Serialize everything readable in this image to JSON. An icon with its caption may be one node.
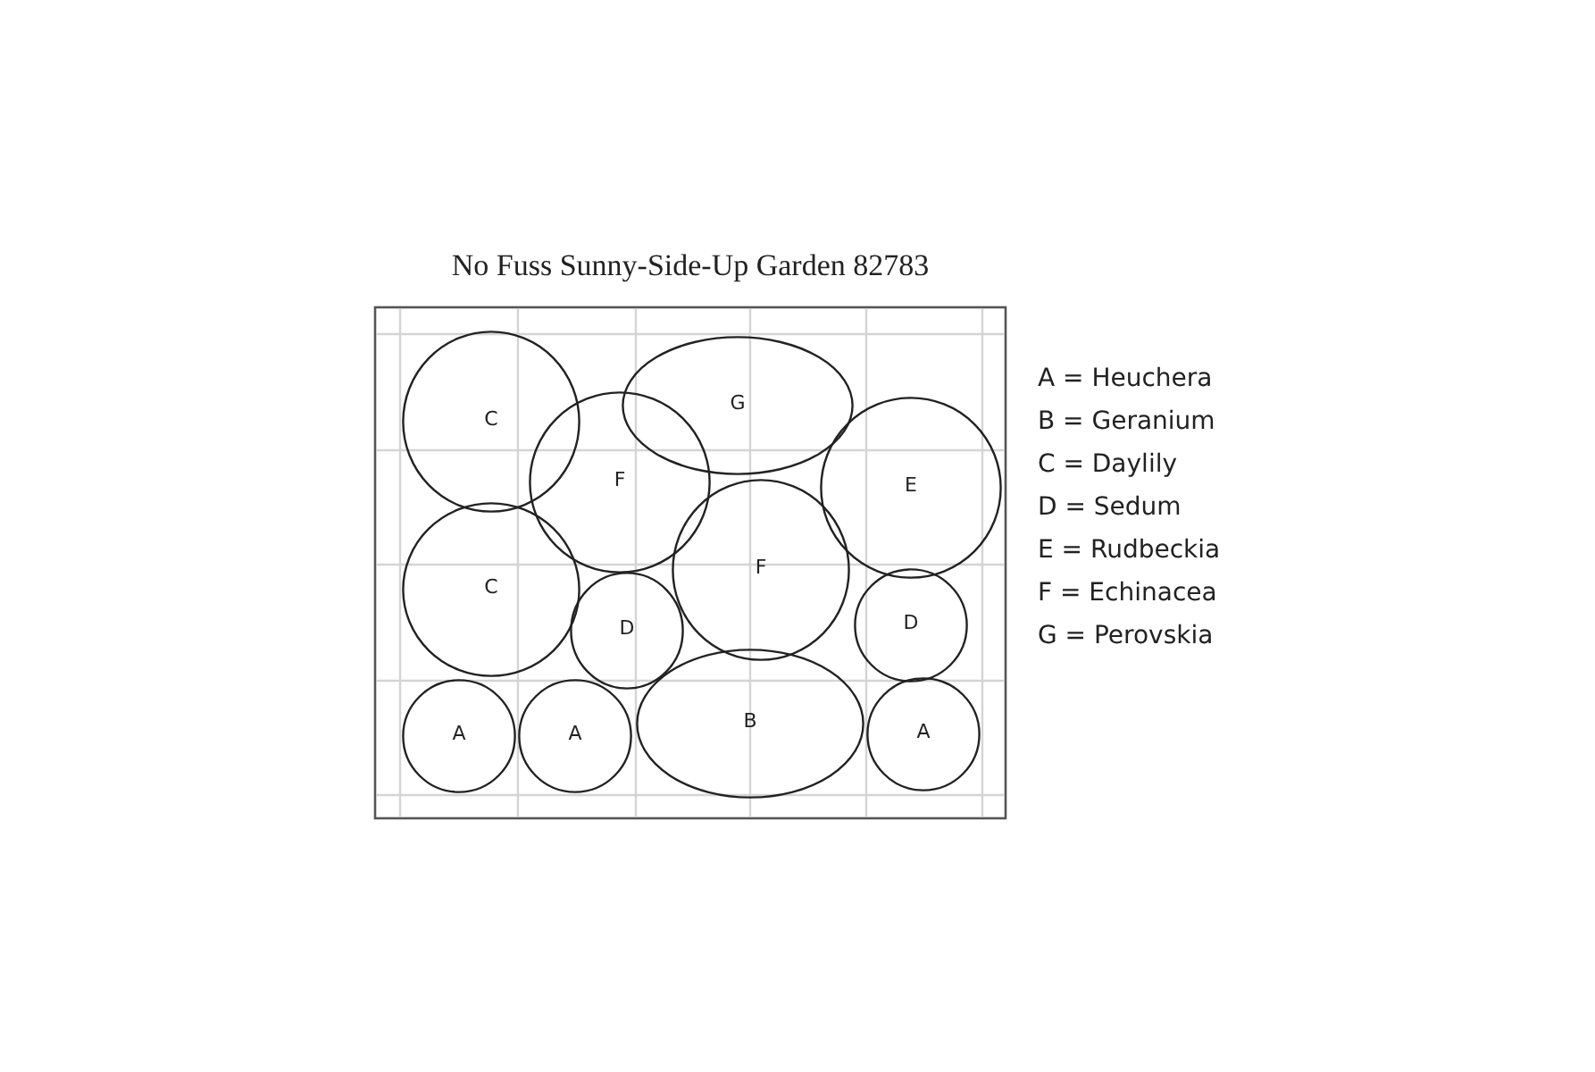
{
  "diagram": {
    "title": "No Fuss Sunny-Side-Up Garden 82783",
    "nodes": [
      {
        "text": [
          "C"
        ]
      },
      {
        "text": [
          "G"
        ]
      },
      {
        "text": [
          "F"
        ]
      },
      {
        "text": [
          "E"
        ]
      },
      {
        "text": [
          "C"
        ]
      },
      {
        "text": [
          "F"
        ]
      },
      {
        "text": [
          "D"
        ]
      },
      {
        "text": [
          "D"
        ]
      },
      {
        "text": [
          "A"
        ]
      },
      {
        "text": [
          "A"
        ]
      },
      {
        "text": [
          "B"
        ]
      },
      {
        "text": [
          "A"
        ]
      }
    ],
    "edges": [],
    "labels": [
      "A = Heuchera",
      "B = Geranium",
      "C = Daylily",
      "D = Sedum",
      "E = Rudbeckia",
      "F = Echinacea",
      "G = Perovskia"
    ]
  }
}
